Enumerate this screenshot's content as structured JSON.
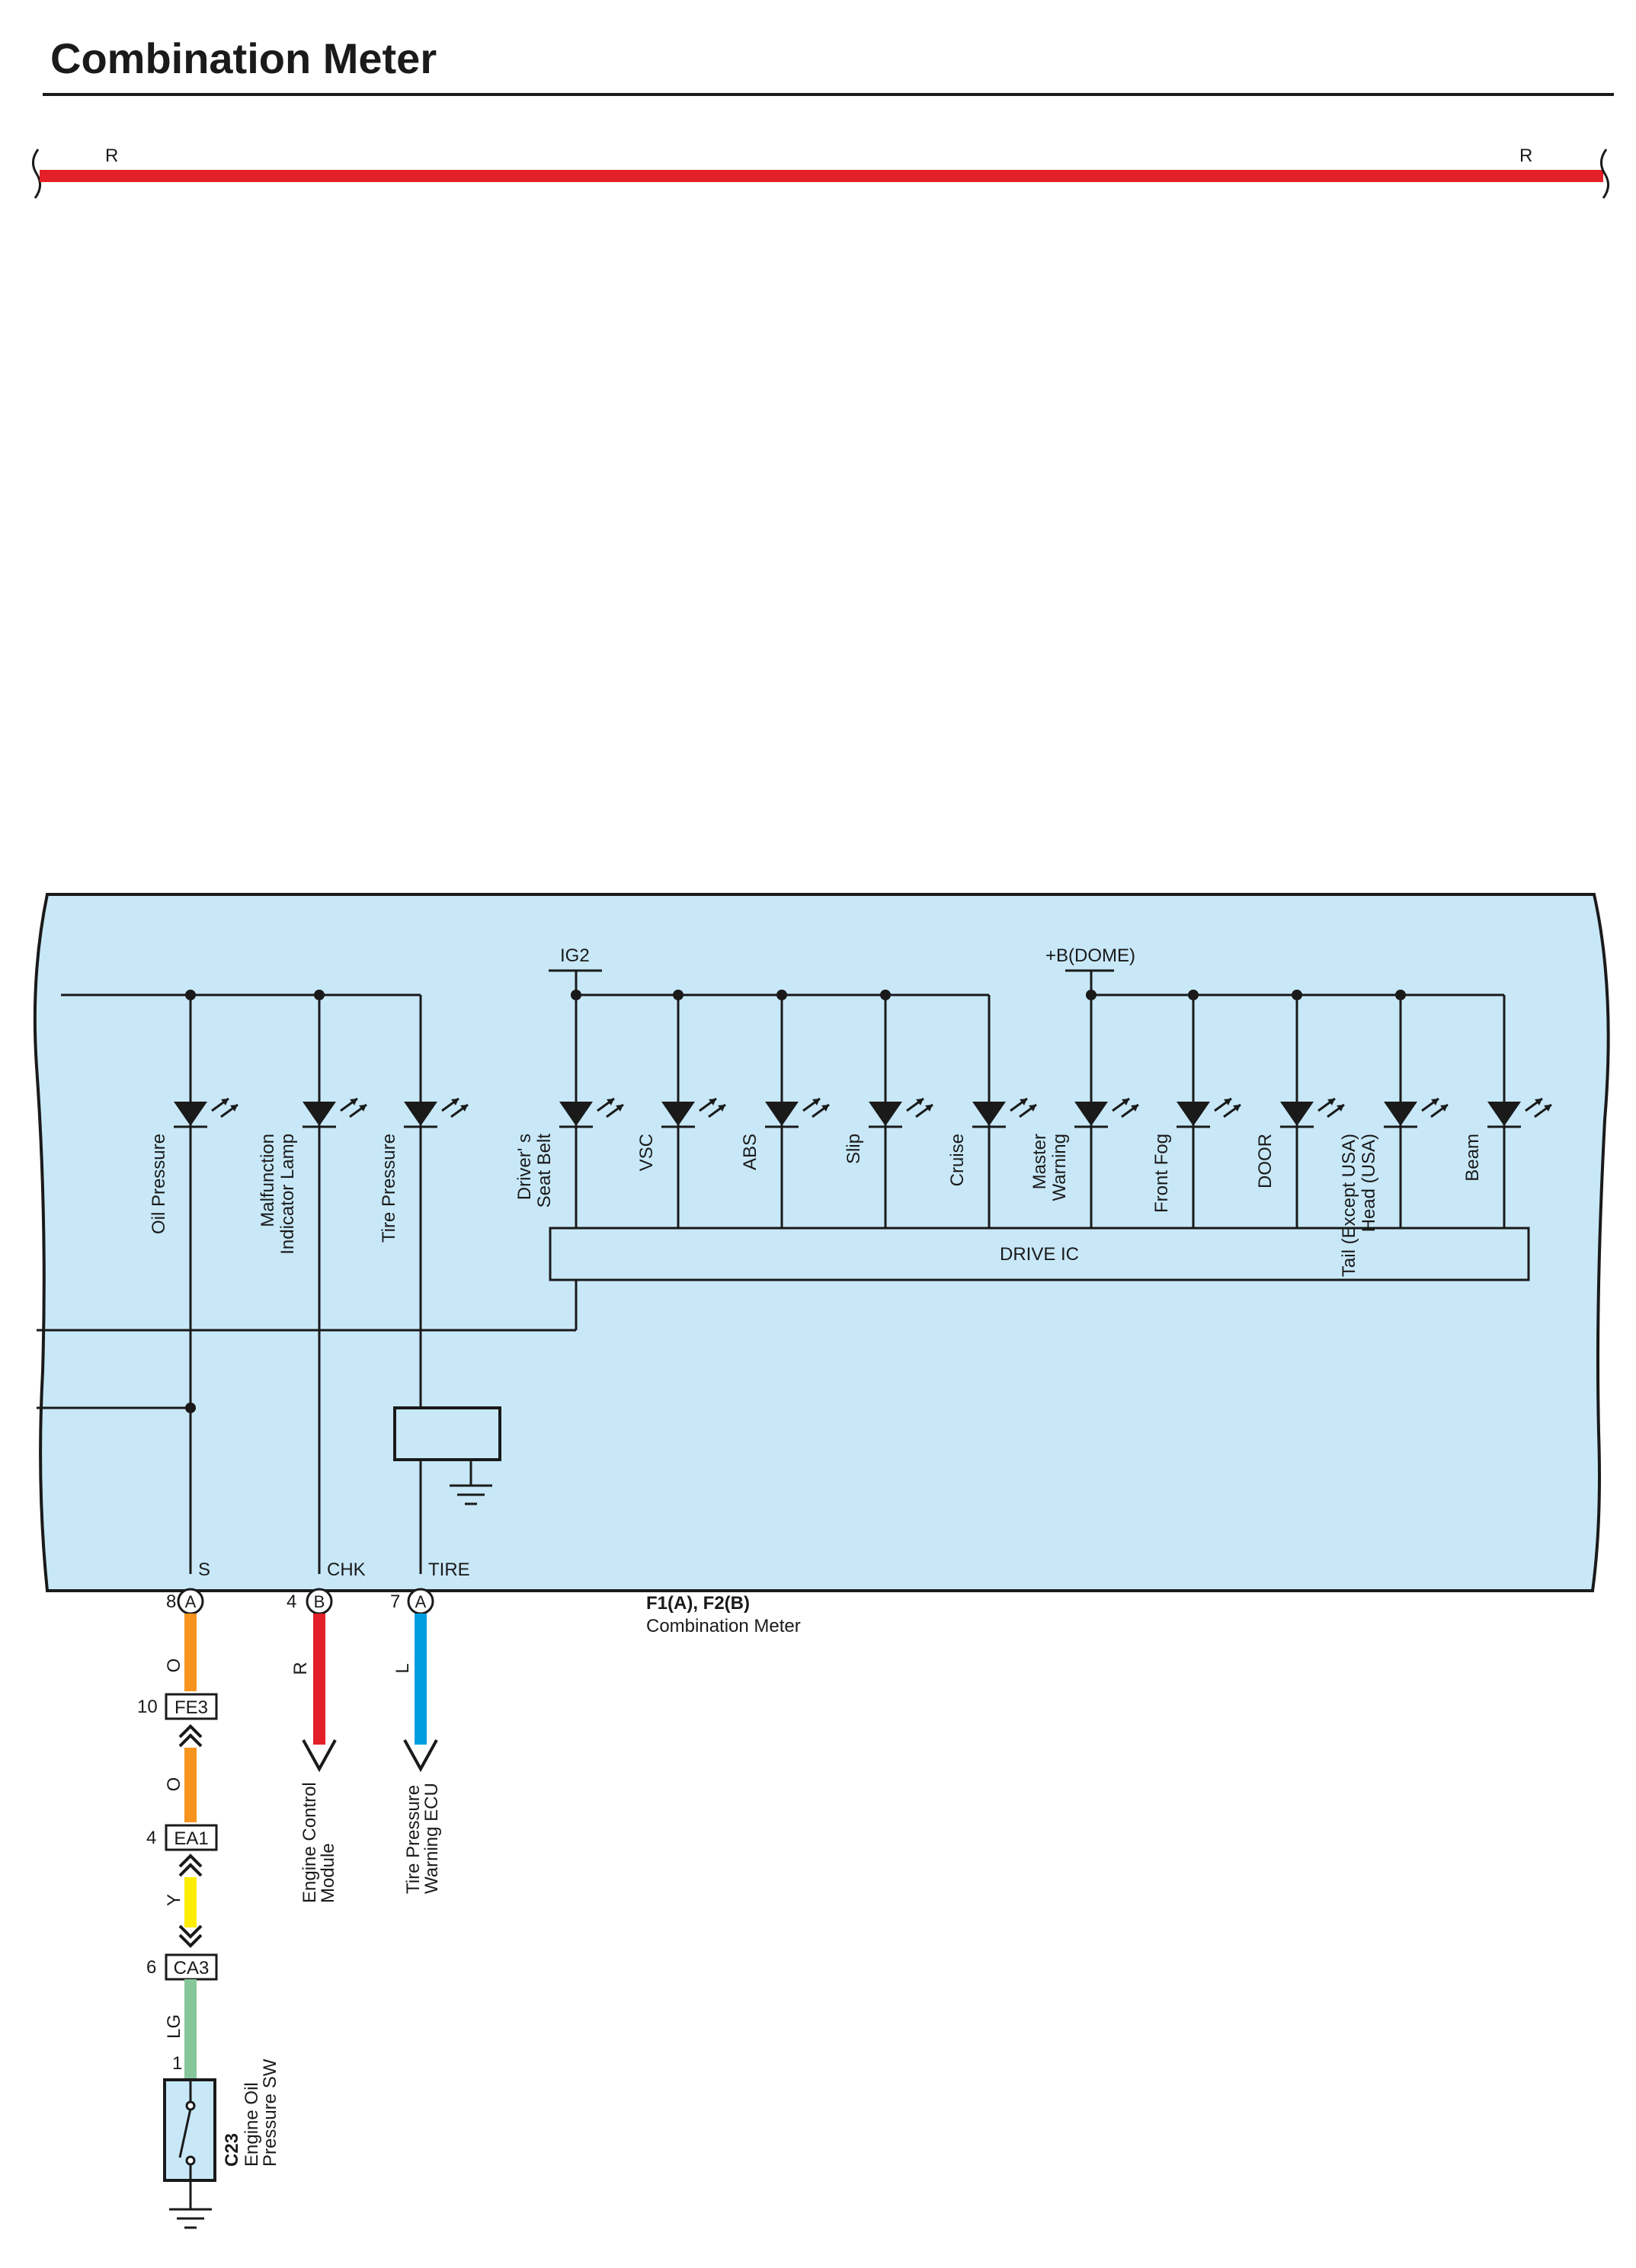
{
  "title": "Combination Meter",
  "top_bus": {
    "left_color_label": "R",
    "right_color_label": "R"
  },
  "colors": {
    "meter_fill": "#c8e8f8",
    "wire_red": "#e32028",
    "wire_orange": "#f7941d",
    "wire_yellow": "#ffed00",
    "wire_lightgreen": "#86c79a",
    "wire_blue": "#009ee0",
    "line": "#1a1a1a"
  },
  "meter": {
    "ig2_label": "IG2",
    "dome_label": "+B(DOME)",
    "drive_ic_label": "DRIVE IC",
    "lamps_left": [
      {
        "lines": [
          "Oil Pressure"
        ],
        "icon": "led-icon"
      },
      {
        "lines": [
          "Malfunction",
          "Indicator Lamp"
        ],
        "icon": "led-icon"
      },
      {
        "lines": [
          "Tire Pressure"
        ],
        "icon": "led-icon"
      }
    ],
    "lamps_right": [
      {
        "lines": [
          "Driver' s",
          "Seat Belt"
        ],
        "icon": "led-icon"
      },
      {
        "lines": [
          "VSC"
        ],
        "icon": "led-icon"
      },
      {
        "lines": [
          "ABS"
        ],
        "icon": "led-icon"
      },
      {
        "lines": [
          "Slip"
        ],
        "icon": "led-icon"
      },
      {
        "lines": [
          "Cruise"
        ],
        "icon": "led-icon"
      },
      {
        "lines": [
          "Master",
          "Warning"
        ],
        "icon": "led-icon"
      },
      {
        "lines": [
          "Front Fog"
        ],
        "icon": "led-icon"
      },
      {
        "lines": [
          "DOOR"
        ],
        "icon": "led-icon"
      },
      {
        "lines": [
          "Tail (Except USA)",
          "Head (USA)"
        ],
        "icon": "led-icon"
      },
      {
        "lines": [
          "Beam"
        ],
        "icon": "led-icon"
      }
    ],
    "terminals": [
      {
        "name": "S",
        "pin": "8",
        "connector": "A"
      },
      {
        "name": "CHK",
        "pin": "4",
        "connector": "B"
      },
      {
        "name": "TIRE",
        "pin": "7",
        "connector": "A"
      }
    ],
    "connector_id": "F1(A), F2(B)",
    "connector_name": "Combination Meter"
  },
  "oil_circuit": {
    "wire1": "O",
    "conn1": {
      "pin": "10",
      "name": "FE3"
    },
    "wire2": "O",
    "conn2": {
      "pin": "4",
      "name": "EA1"
    },
    "wire3": "Y",
    "conn3": {
      "pin": "6",
      "name": "CA3"
    },
    "wire4": "LG",
    "switch_pin": "1",
    "switch_id": "C23",
    "switch_name": [
      "Engine Oil",
      "Pressure SW"
    ]
  },
  "chk_circuit": {
    "wire": "R",
    "dest": [
      "Engine Control",
      "Module"
    ]
  },
  "tire_circuit": {
    "wire": "L",
    "dest": [
      "Tire Pressure",
      "Warning ECU"
    ]
  }
}
